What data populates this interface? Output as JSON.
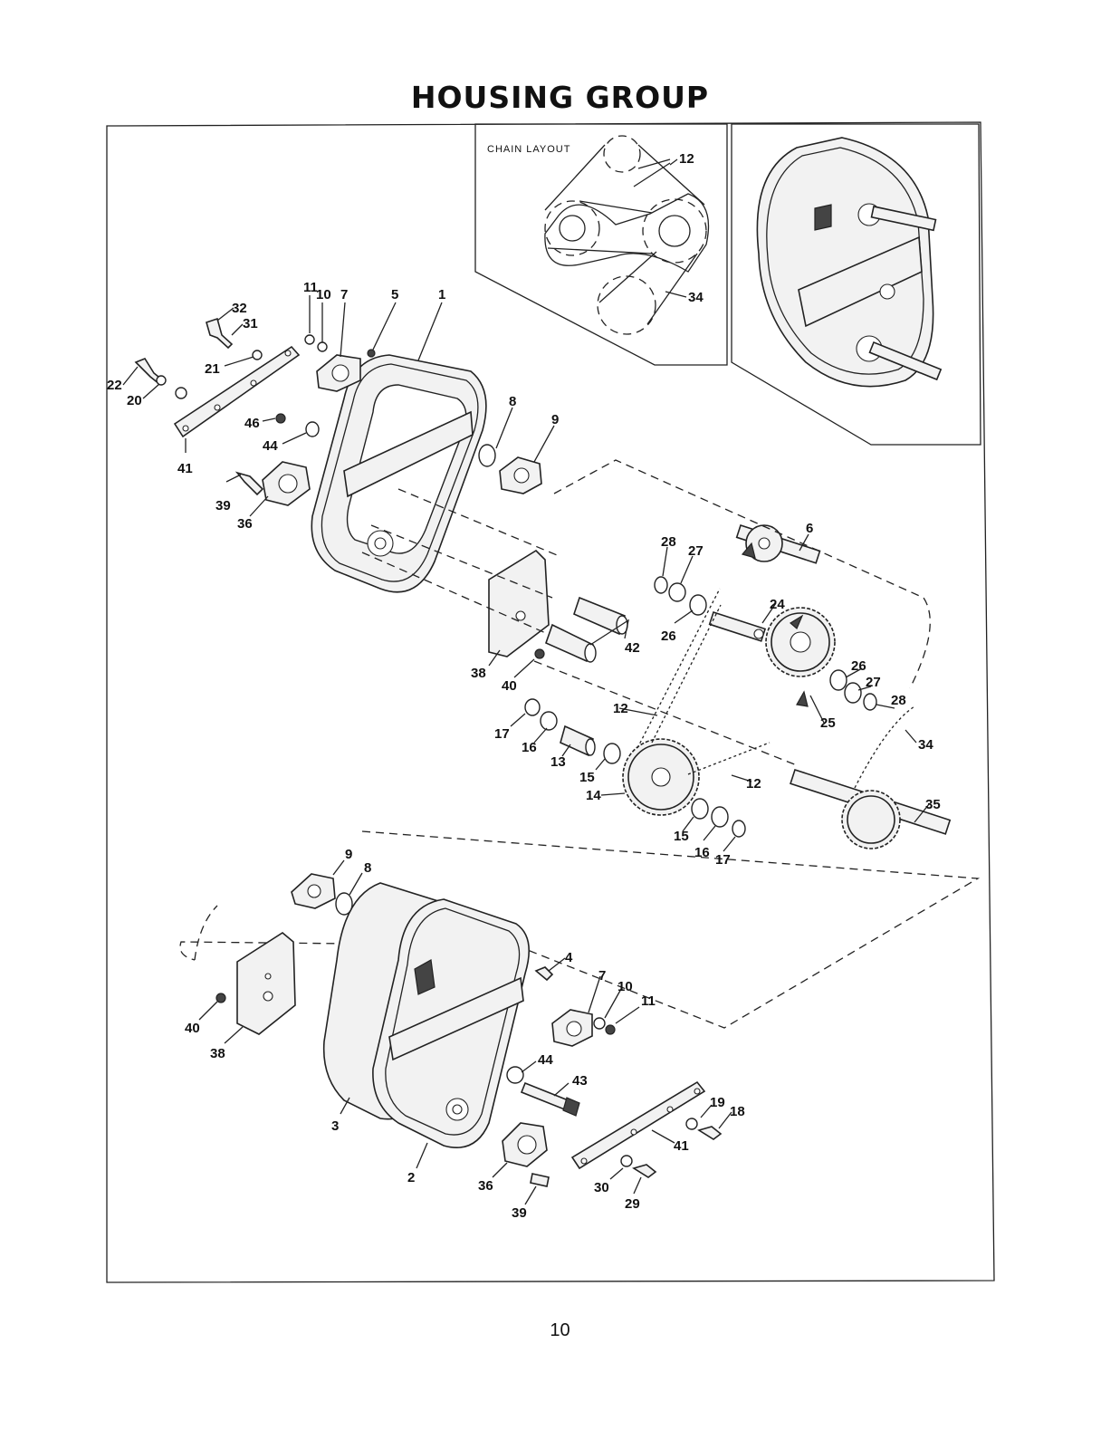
{
  "title": "HOUSING GROUP",
  "page_number": "10",
  "inset": {
    "title": "CHAIN LAYOUT",
    "labels": [
      "12",
      "34"
    ]
  },
  "callouts": [
    "11",
    "10",
    "7",
    "5",
    "1",
    "32",
    "31",
    "21",
    "22",
    "20",
    "46",
    "44",
    "41",
    "39",
    "36",
    "8",
    "9",
    "6",
    "28",
    "27",
    "26",
    "24",
    "42",
    "38",
    "40",
    "12",
    "26",
    "27",
    "28",
    "25",
    "17",
    "16",
    "13",
    "15",
    "34",
    "14",
    "12",
    "15",
    "16",
    "17",
    "35",
    "9",
    "8",
    "4",
    "7",
    "10",
    "11",
    "40",
    "38",
    "44",
    "43",
    "3",
    "2",
    "36",
    "39",
    "41",
    "19",
    "18",
    "30",
    "29"
  ]
}
